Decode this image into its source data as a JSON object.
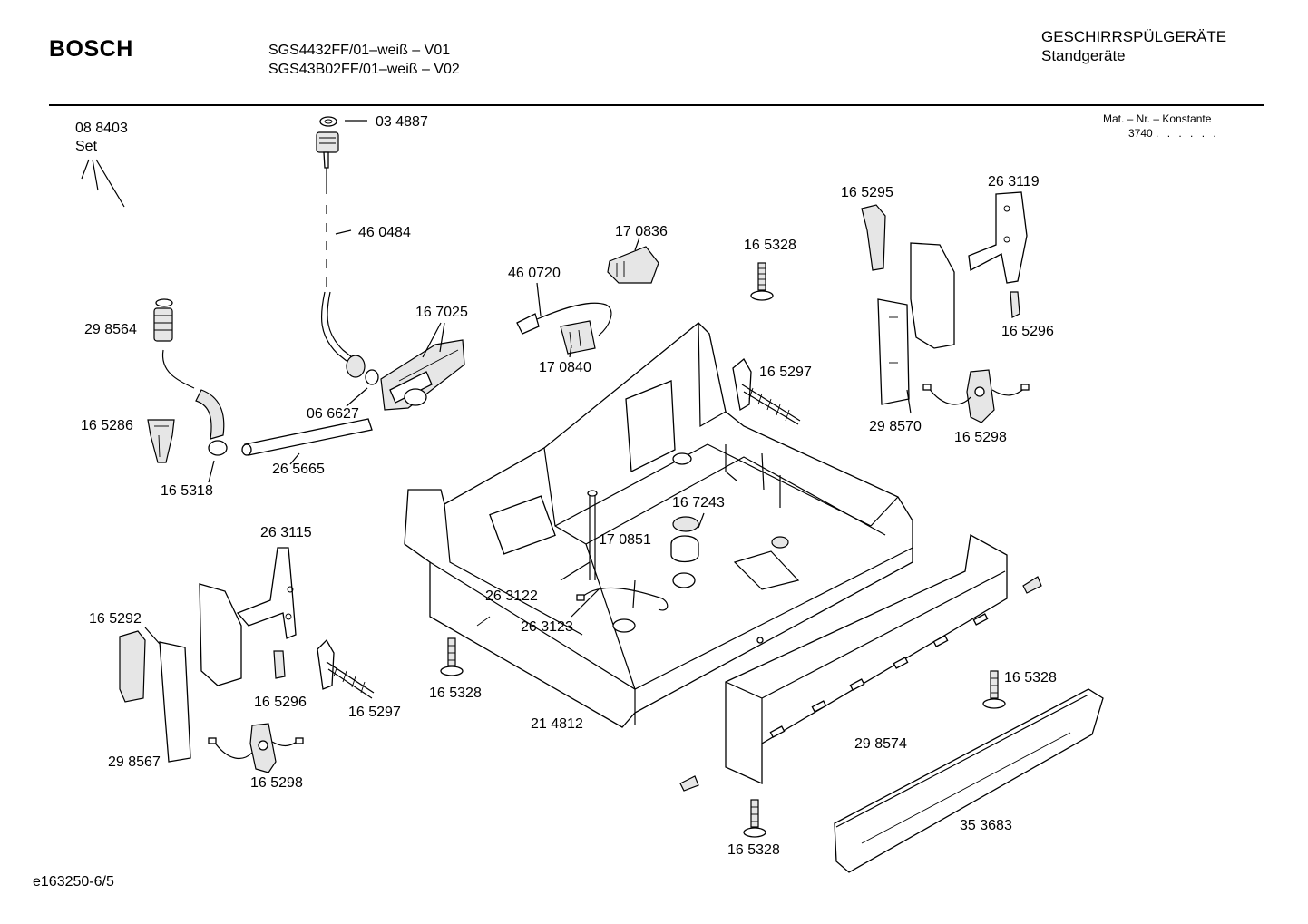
{
  "header": {
    "brand": "BOSCH",
    "model_line_1": "SGS4432FF/01–weiß – V01",
    "model_line_2": "SGS43B02FF/01–weiß – V02",
    "category": "GESCHIRRSPÜLGERÄTE",
    "subcategory": "Standgeräte",
    "mat_label": "Mat. – Nr. – Konstante",
    "mat_value": "3740",
    "mat_dots": ". .   . . . ."
  },
  "footer": {
    "drawing_id": "e163250-6/5"
  },
  "labels": {
    "p088403": "08 8403",
    "set": "Set",
    "p034887": "03 4887",
    "p460484": "46 0484",
    "p298564": "29 8564",
    "p167025": "16 7025",
    "p170836": "17 0836",
    "p460720": "46 0720",
    "p170840": "17 0840",
    "p165328_top": "16 5328",
    "p165295": "16 5295",
    "p263119": "26 3119",
    "p165296_right": "16 5296",
    "p165297_right": "16 5297",
    "p298570": "29 8570",
    "p165298_right": "16 5298",
    "p165286": "16 5286",
    "p066627": "06 6627",
    "p265665": "26 5665",
    "p165318": "16 5318",
    "p167243": "16 7243",
    "p170851": "17 0851",
    "p263115": "26 3115",
    "p165292": "16 5292",
    "p165296_left": "16 5296",
    "p165297_left": "16 5297",
    "p298567": "29 8567",
    "p165298_left": "16 5298",
    "p263122": "26 3122",
    "p263123": "26 3123",
    "p165328_mid": "16 5328",
    "p214812": "21 4812",
    "p165328_right": "16 5328",
    "p298574": "29 8574",
    "p165328_bottom": "16 5328",
    "p353683": "35 3683"
  }
}
